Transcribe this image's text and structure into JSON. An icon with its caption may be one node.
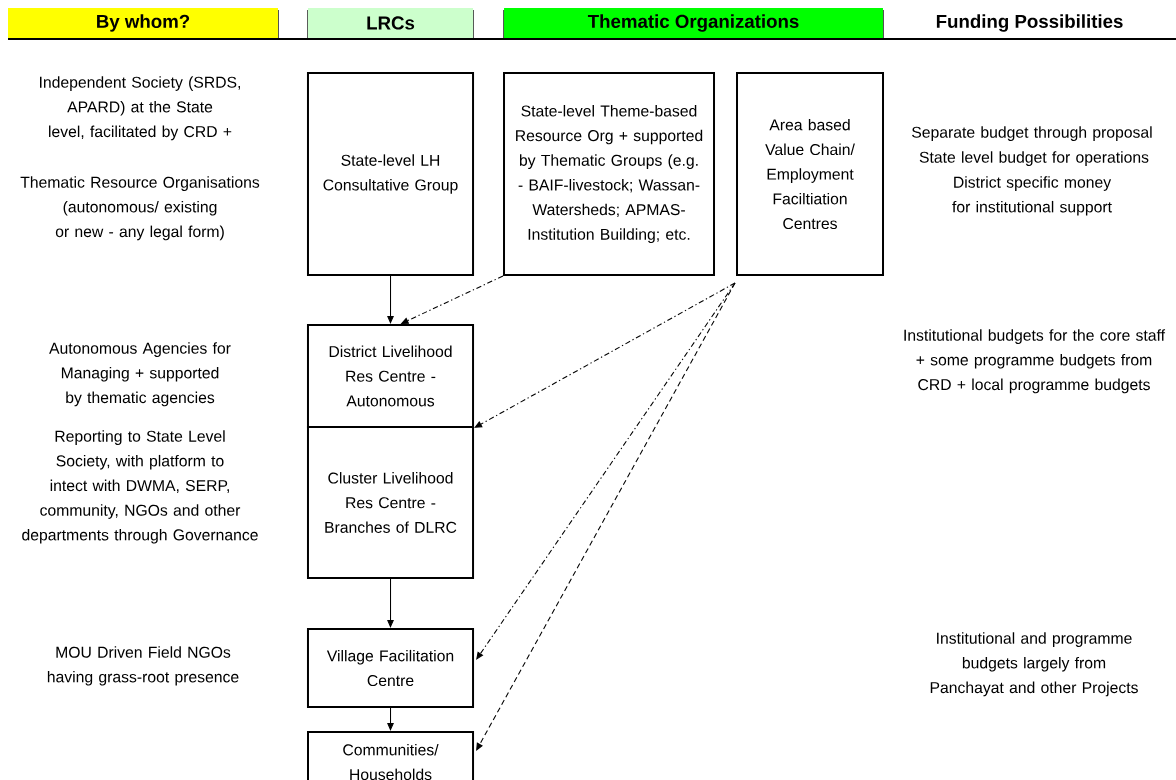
{
  "diagram": {
    "nodes": [
      {
        "text": [
          "By whom?"
        ]
      },
      {
        "text": [
          "LRCs"
        ]
      },
      {
        "text": [
          "Thematic Organizations"
        ]
      },
      {
        "text": [
          "Funding Possibilities"
        ]
      },
      {
        "text": [
          "State-level LH Consultative Group"
        ]
      },
      {
        "text": [
          "State-level Theme-based Resource Org + supported by Thematic Groups (e.g. - BAIF-livestock; Wassan-Watersheds; APMAS-Institution Building; etc."
        ]
      },
      {
        "text": [
          "Area based Value Chain/ Employment Faciltiation Centres"
        ]
      },
      {
        "text": [
          "District Livelihood Res Centre - Autonomous"
        ]
      },
      {
        "text": [
          "Cluster Livelihood Res Centre - Branches of DLRC"
        ]
      },
      {
        "text": [
          "Village Facilitation Centre"
        ]
      },
      {
        "text": [
          "Communities/ Households"
        ]
      }
    ],
    "edges": [
      {
        "from": 4,
        "to": 7,
        "arrow": "to"
      },
      {
        "from": 5,
        "to": 7,
        "arrow": "to",
        "style": "dashed"
      },
      {
        "from": 6,
        "to": 7,
        "arrow": "to",
        "style": "dashed"
      },
      {
        "from": 6,
        "to": 9,
        "arrow": "to",
        "style": "dashed"
      },
      {
        "from": 6,
        "to": 10,
        "arrow": "to",
        "style": "dashed"
      },
      {
        "from": 8,
        "to": 9,
        "arrow": "to"
      },
      {
        "from": 9,
        "to": 10,
        "arrow": "to"
      }
    ],
    "labels": [
      "Independent Society (SRDS, APARD) at the State level, facilitated by CRD +",
      "Separate budget through proposal",
      "State level budget for operations",
      "District specific money for institutional support",
      "Thematic Resource Organisations (autonomous/ existing or new - any legal form)",
      "Autonomous Agencies for Managing + supported by thematic agencies",
      "Institutional budgets for the core staff + some programme budgets from CRD + local programme budgets",
      "Reporting to State Level Society, with platform to intect with DWMA, SERP, community, NGOs and other departments through Governance",
      "MOU Driven Field NGOs having grass-root presence",
      "Institutional and programme budgets largely from Panchayat and other Projects"
    ]
  }
}
